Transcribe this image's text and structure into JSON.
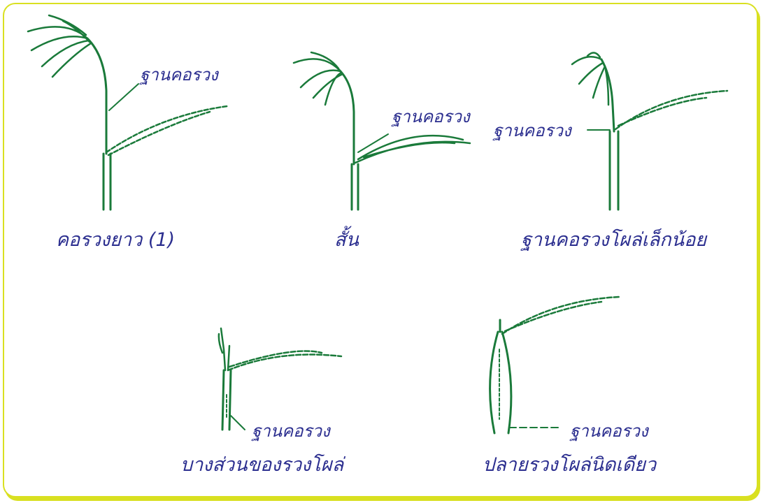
{
  "colors": {
    "border": "#d9e021",
    "plant": "#1a7a3a",
    "text": "#2b2e8f"
  },
  "panels": [
    {
      "caption": "คอรวงยาว (1)",
      "callout": "ฐานคอรวง"
    },
    {
      "caption": "สั้น",
      "callout": "ฐานคอรวง"
    },
    {
      "caption": "ฐานคอรวงโผล่เล็กน้อย",
      "callout": "ฐานคอรวง"
    },
    {
      "caption": "บางส่วนของรวงโผล่",
      "callout": "ฐานคอรวง"
    },
    {
      "caption": "ปลายรวงโผล่นิดเดียว",
      "callout": "ฐานคอรวง"
    }
  ]
}
